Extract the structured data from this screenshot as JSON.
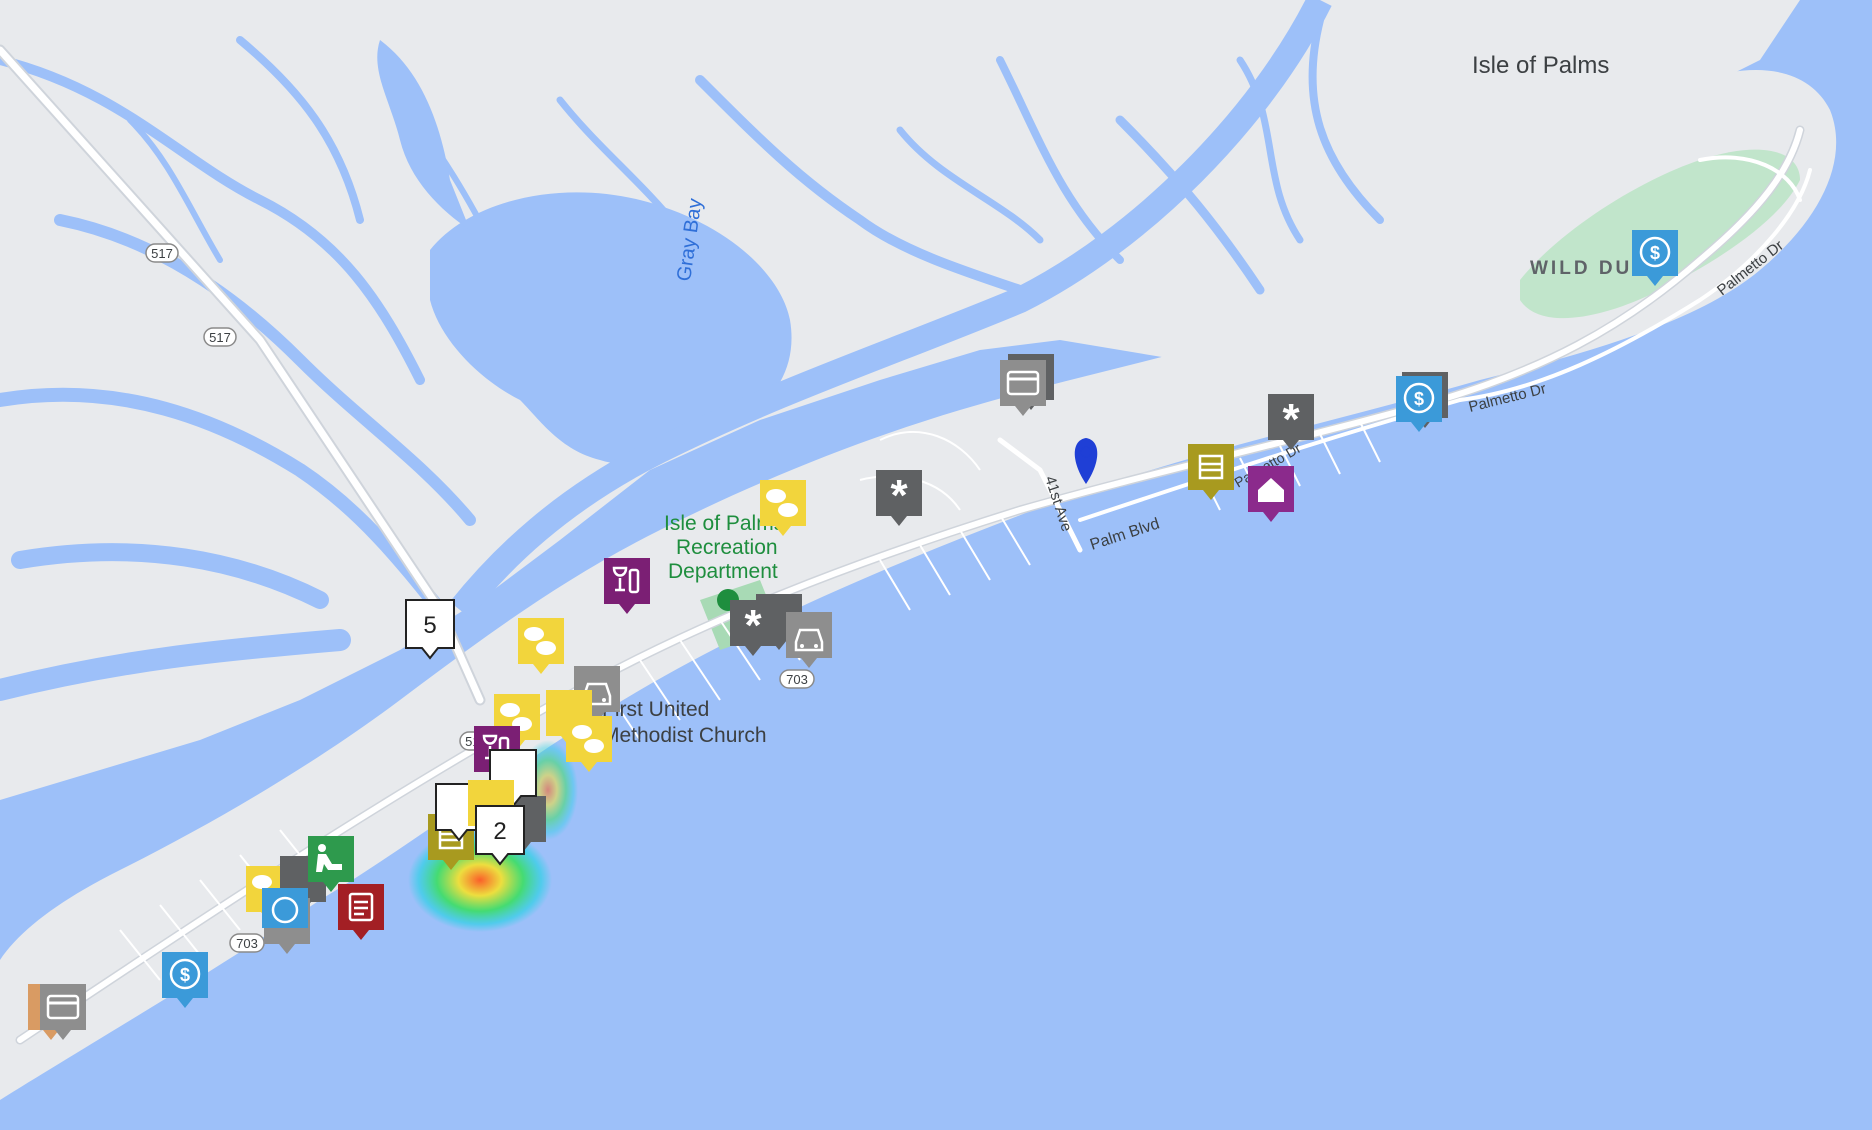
{
  "map": {
    "colors": {
      "water": "#9dc0f9",
      "land": "#e8eaed",
      "road": "#ffffff",
      "road_outline": "#cfd4db",
      "park": "#a8dab5",
      "poi_green": "#1e8e3e",
      "place_label": "#3c4043",
      "water_label": "#2f6fd8"
    },
    "place_labels": {
      "isle_of_palms": "Isle of Palms",
      "wild_dunes": "WILD DUNES",
      "gray_bay": "Gray Bay",
      "rec_line1": "Isle of Palms",
      "rec_line2": "Recreation",
      "rec_line3": "Department",
      "church_line1": "First United",
      "church_line2": "Methodist Church"
    },
    "road_labels": {
      "palm_blvd": "Palm Blvd",
      "palmetto_dr_1": "Palmetto Dr",
      "palmetto_dr_2": "Palmetto Dr",
      "palmetto_dr_3": "Palmetto Dr",
      "ave_41st": "41st Ave"
    },
    "shields": {
      "r517_a": "517",
      "r517_b": "517",
      "r517_c": "517",
      "r703_a": "703",
      "r703_b": "703"
    },
    "clusters": {
      "c5": "5",
      "c2": "2"
    },
    "marker_icons": {
      "dollar": "dollar-icon",
      "card": "credit-card-icon",
      "asterisk": "asterisk-icon",
      "fist": "fist-icon",
      "house": "house-icon",
      "coins": "coins-icon",
      "wine": "wine-icon",
      "car": "car-icon",
      "document": "document-icon",
      "assault": "assault-icon",
      "location": "location-pin-icon"
    },
    "marker_colors": {
      "dollar": "#3b9ad9",
      "card": "#8e8e8e",
      "asterisk": "#5f6163",
      "fist": "#a89a1f",
      "house": "#8b2a8c",
      "coins": "#f2d53c",
      "wine": "#7b1f74",
      "car": "#8e8e8e",
      "document": "#a31f24",
      "assault": "#2e9a4d",
      "location": "#1f3fd6"
    }
  }
}
